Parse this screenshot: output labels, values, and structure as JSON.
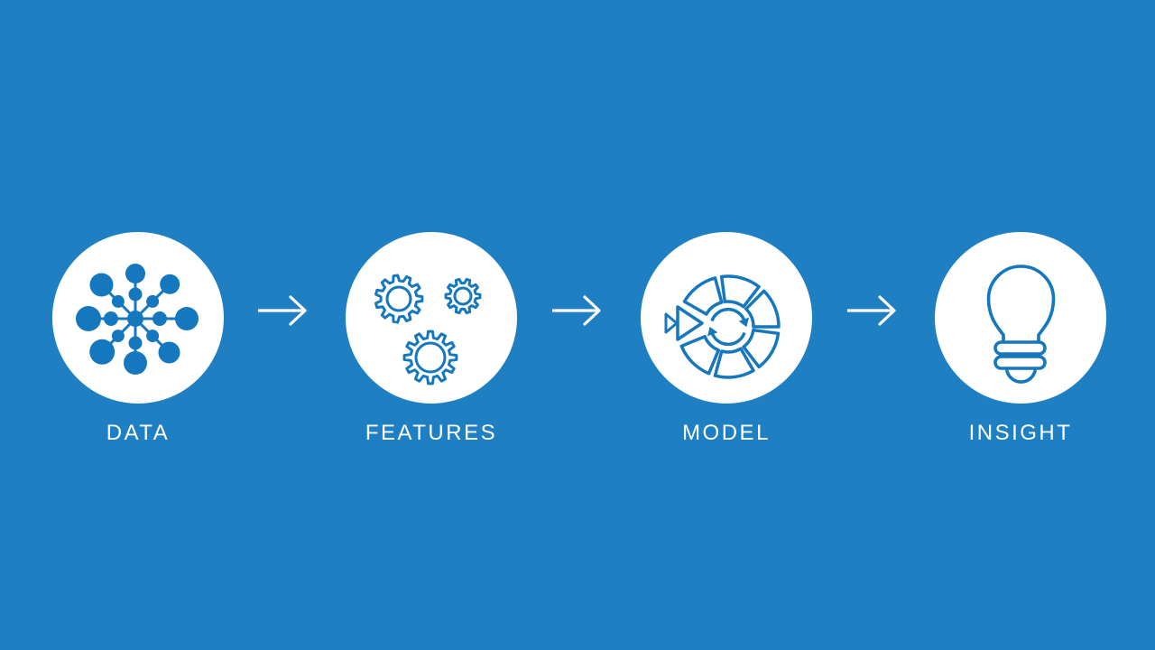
{
  "slide": {
    "background_color": "#1e80c2",
    "icon_color": "#1577bd",
    "circle_color": "#ffffff",
    "text_color": "#ffffff",
    "arrow_color": "#ffffff",
    "steps": [
      {
        "label": "DATA",
        "icon": "data-network-icon"
      },
      {
        "label": "FEATURES",
        "icon": "gears-icon"
      },
      {
        "label": "MODEL",
        "icon": "model-cycle-icon"
      },
      {
        "label": "INSIGHT",
        "icon": "lightbulb-icon"
      }
    ]
  }
}
